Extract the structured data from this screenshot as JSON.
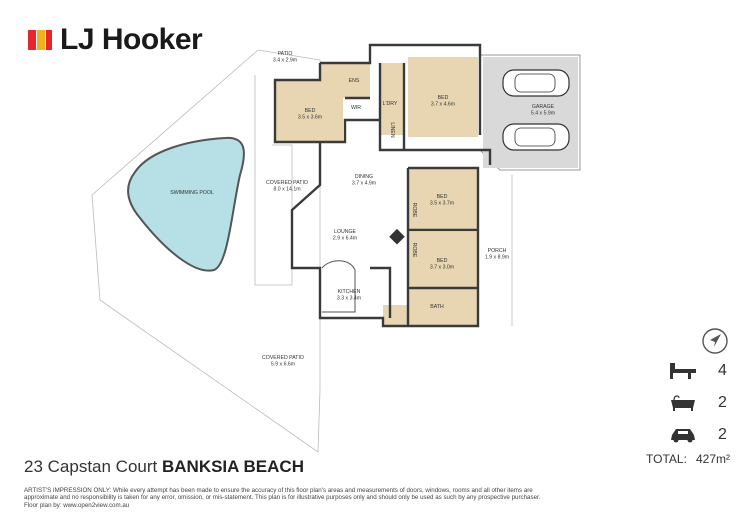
{
  "brand": {
    "name": "LJ Hooker",
    "colors": {
      "red": "#e6252d",
      "yellow": "#f3b21a",
      "text": "#1a1a1a"
    }
  },
  "plan": {
    "colors": {
      "wall": "#3a3a3a",
      "room": "#e7d6b1",
      "pool": "#b7dfe6",
      "garage": "#d9d9d9"
    },
    "rooms": [
      {
        "name": "PATIO",
        "size": "3.4 x 2.9m"
      },
      {
        "name": "ENS",
        "size": ""
      },
      {
        "name": "BED",
        "size": "3.5 x 3.6m"
      },
      {
        "name": "WIR",
        "size": ""
      },
      {
        "name": "L'DRY",
        "size": ""
      },
      {
        "name": "BED",
        "size": "3.7 x 4.6m"
      },
      {
        "name": "LINEN",
        "size": ""
      },
      {
        "name": "GARAGE",
        "size": "5.4 x 5.9m"
      },
      {
        "name": "SWIMMING POOL",
        "size": ""
      },
      {
        "name": "COVERED PATIO",
        "size": "8.0 x 14.1m"
      },
      {
        "name": "DINING",
        "size": "3.7 x 4.9m"
      },
      {
        "name": "BED",
        "size": "3.5 x 3.7m"
      },
      {
        "name": "ROBE",
        "size": ""
      },
      {
        "name": "LOUNGE",
        "size": "2.9 x 6.4m"
      },
      {
        "name": "ROBE",
        "size": ""
      },
      {
        "name": "BED",
        "size": "3.7 x 3.0m"
      },
      {
        "name": "PORCH",
        "size": "1.9 x 8.9m"
      },
      {
        "name": "KITCHEN",
        "size": "3.3 x 3.4m"
      },
      {
        "name": "BATH",
        "size": ""
      },
      {
        "name": "COVERED PATIO",
        "size": "5.9 x 6.6m"
      }
    ]
  },
  "stats": [
    {
      "icon": "bed-icon",
      "value": "4"
    },
    {
      "icon": "bath-icon",
      "value": "2"
    },
    {
      "icon": "car-icon",
      "value": "2"
    }
  ],
  "compass_icon": "compass-icon",
  "address": {
    "street": "23 Capstan Court",
    "suburb": "BANKSIA BEACH"
  },
  "total": {
    "label": "TOTAL:",
    "value": "427m²"
  },
  "disclaimer": {
    "text": "ARTIST'S IMPRESSION ONLY: While every attempt has been made to ensure the accuracy of this floor plan's areas and measurements of doors, windows, rooms and all other items are approximate and no responsibility is taken for any error, omission, or mis-statement. This plan is for illustrative purposes only and should only be used as such by any prospective purchaser.",
    "credit": "Floor plan by: www.open2view.com.au"
  }
}
